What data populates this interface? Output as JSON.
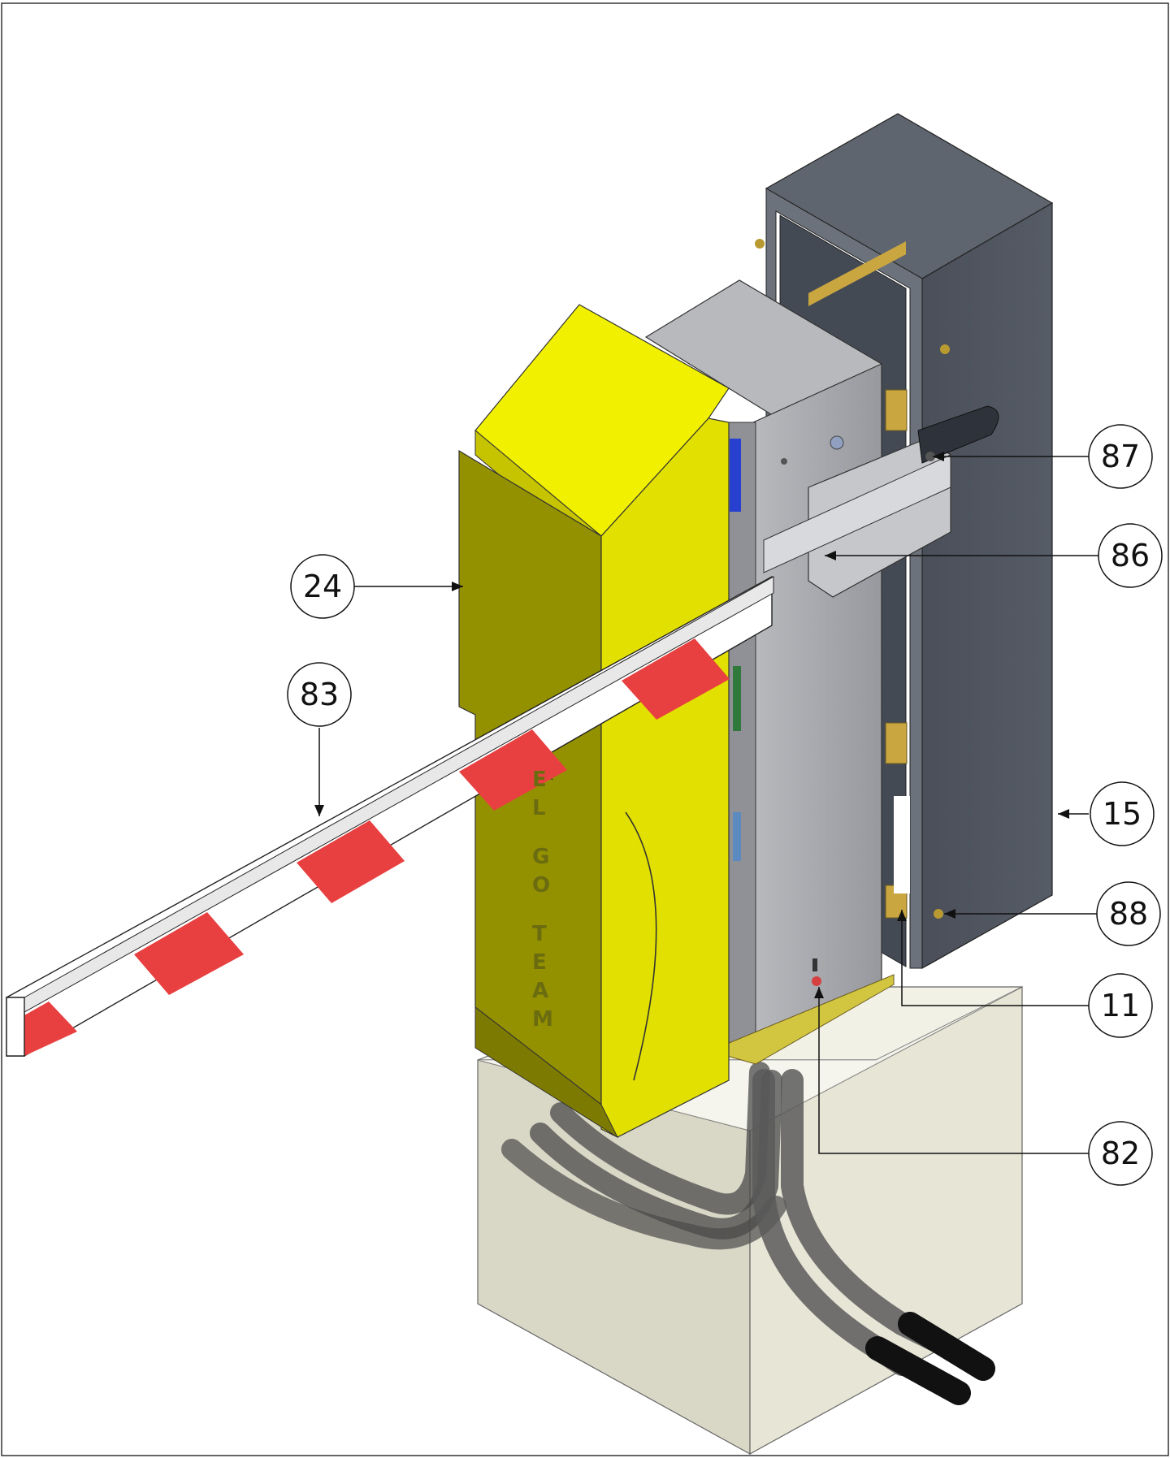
{
  "callouts": [
    {
      "label": "87"
    },
    {
      "label": "86"
    },
    {
      "label": "24"
    },
    {
      "label": "83"
    },
    {
      "label": "15"
    },
    {
      "label": "88"
    },
    {
      "label": "11"
    },
    {
      "label": "82"
    }
  ],
  "side_lettering": [
    "E",
    "L",
    "G",
    "O",
    "T",
    "E",
    "A",
    "M"
  ],
  "colors": {
    "housing_yellow": "#e2e000",
    "housing_dark": "#949100",
    "arm_white": "#ffffff",
    "arm_red": "#e84040",
    "cabinet_grey": "#4a505a",
    "frame_grey": "#a7a9ae",
    "foundation": "#e9e8d9",
    "cable": "#555555"
  }
}
